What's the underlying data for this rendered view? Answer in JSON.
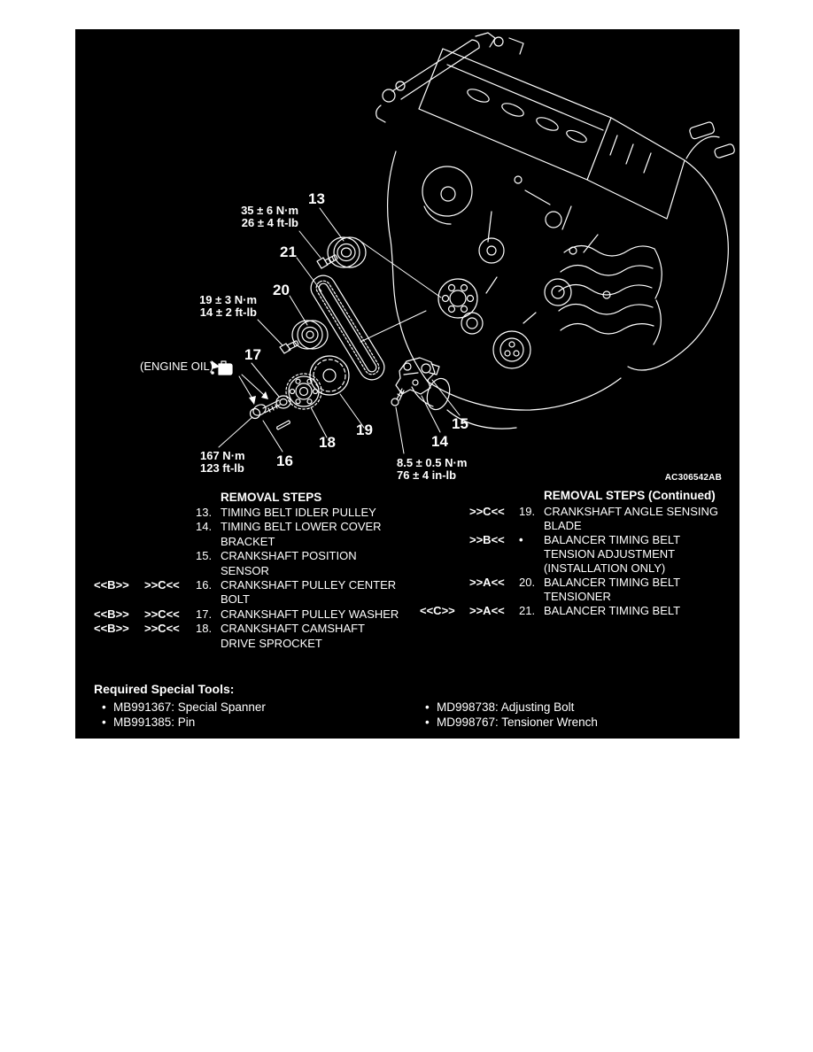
{
  "figure": {
    "code": "AC306542AB",
    "engine_oil_label": "(ENGINE OIL)",
    "callouts": {
      "c13": "13",
      "c14": "14",
      "c15": "15",
      "c16": "16",
      "c17": "17",
      "c18": "18",
      "c19": "19",
      "c20": "20",
      "c21": "21"
    },
    "torques": {
      "idler_pulley": {
        "metric": "35 ± 6 N·m",
        "imperial": "26 ± 4 ft-lb"
      },
      "tensioner": {
        "metric": "19 ± 3 N·m",
        "imperial": "14 ± 2 ft-lb"
      },
      "center_bolt": {
        "metric": "167 N·m",
        "imperial": "123 ft-lb"
      },
      "sensor": {
        "metric": "8.5 ± 0.5 N·m",
        "imperial": "76 ± 4 in-lb"
      }
    }
  },
  "removal_left": {
    "title": "REMOVAL STEPS",
    "rows": [
      {
        "num": "13.",
        "text": "TIMING BELT IDLER PULLEY"
      },
      {
        "num": "14.",
        "text": "TIMING BELT LOWER COVER"
      },
      {
        "text": "BRACKET"
      },
      {
        "num": "15.",
        "text": "CRANKSHAFT POSITION"
      },
      {
        "text": "SENSOR"
      },
      {
        "m1": "<<B>>",
        "m2": ">>C<<",
        "num": "16.",
        "text": "CRANKSHAFT PULLEY CENTER"
      },
      {
        "text": "BOLT"
      },
      {
        "m1": "<<B>>",
        "m2": ">>C<<",
        "num": "17.",
        "text": "CRANKSHAFT PULLEY WASHER"
      },
      {
        "m1": "<<B>>",
        "m2": ">>C<<",
        "num": "18.",
        "text": "CRANKSHAFT CAMSHAFT"
      },
      {
        "text": "DRIVE SPROCKET"
      }
    ]
  },
  "removal_right": {
    "title": "REMOVAL STEPS (Continued)",
    "rows": [
      {
        "m2": ">>C<<",
        "num": "19.",
        "text": "CRANKSHAFT ANGLE SENSING"
      },
      {
        "text": "BLADE"
      },
      {
        "m2": ">>B<<",
        "num": "•",
        "text": "BALANCER TIMING BELT"
      },
      {
        "text": "TENSION ADJUSTMENT"
      },
      {
        "text": "(INSTALLATION ONLY)"
      },
      {
        "m2": ">>A<<",
        "num": "20.",
        "text": "BALANCER TIMING BELT"
      },
      {
        "text": "TENSIONER"
      },
      {
        "m1": "<<C>>",
        "m2": ">>A<<",
        "num": "21.",
        "text": "BALANCER TIMING BELT"
      }
    ]
  },
  "tools": {
    "title": "Required Special Tools:",
    "bullet": "•",
    "left": [
      "MB991367: Special Spanner",
      "MB991385: Pin"
    ],
    "right": [
      "MD998738: Adjusting Bolt",
      "MD998767: Tensioner Wrench"
    ]
  }
}
